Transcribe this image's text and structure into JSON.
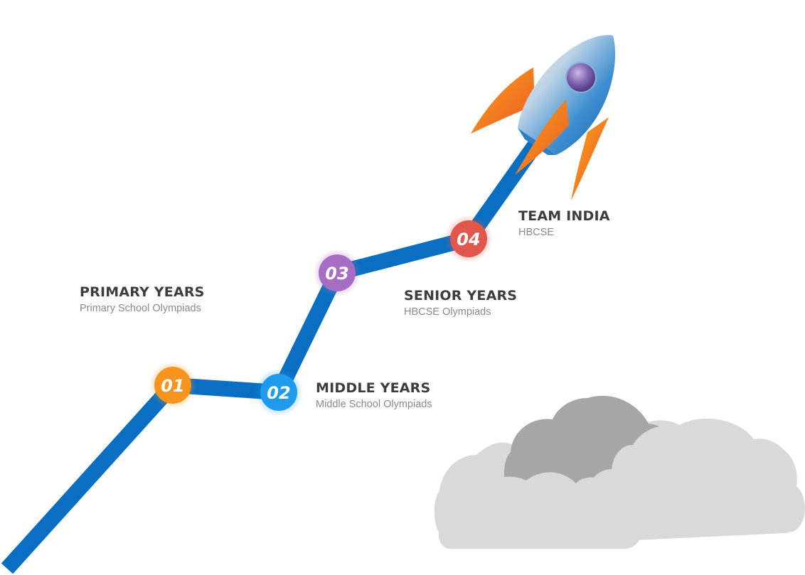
{
  "milestones": [
    {
      "number": "01",
      "title": "PRIMARY YEARS",
      "subtitle": "Primary School Olympiads",
      "color": "#f7941d"
    },
    {
      "number": "02",
      "title": "MIDDLE YEARS",
      "subtitle": "Middle School Olympiads",
      "color": "#1e9bef"
    },
    {
      "number": "03",
      "title": "SENIOR YEARS",
      "subtitle": "HBCSE Olympiads",
      "color": "#a56ec4"
    },
    {
      "number": "04",
      "title": "TEAM INDIA",
      "subtitle": "HBCSE",
      "color": "#e2574c"
    }
  ],
  "path_color": "#0a6fc2",
  "rocket": {
    "icon": "rocket-icon",
    "body_color": "#3d8fd1",
    "fin_color": "#f47b20"
  },
  "clouds": {
    "icon": "cloud-icon",
    "dark_color": "#a6a6a6",
    "light_color": "#d9d9d9"
  }
}
